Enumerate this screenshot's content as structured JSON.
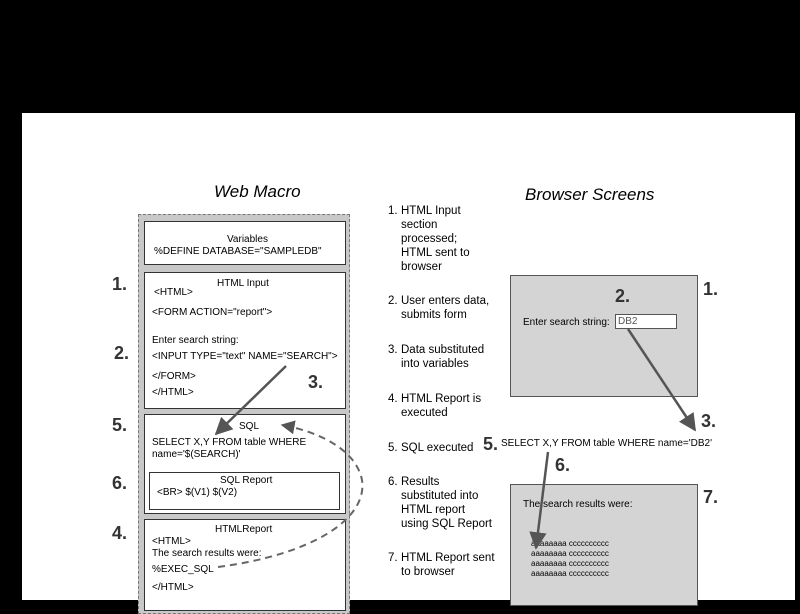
{
  "titles": {
    "web_macro": "Web Macro",
    "browser_screens": "Browser Screens"
  },
  "macro": {
    "variables": {
      "title": "Variables",
      "line1": "%DEFINE DATABASE=\"SAMPLEDB\""
    },
    "html_input": {
      "title": "HTML Input",
      "line1": "<HTML>",
      "line2": "<FORM  ACTION=\"report\">",
      "line3": "Enter search string:",
      "line4": "<INPUT TYPE=\"text\" NAME=\"SEARCH\">",
      "line5": "</FORM>",
      "line6": "</HTML>"
    },
    "sql": {
      "title": "SQL",
      "line1": "SELECT X,Y FROM table WHERE",
      "line2": "name='$(SEARCH)'"
    },
    "sql_report": {
      "title": "SQL Report",
      "line1": "<BR>  $(V1)  $(V2)"
    },
    "html_report": {
      "title": "HTMLReport",
      "line1": "<HTML>",
      "line2": "The search results were:",
      "line3": "%EXEC_SQL",
      "line4": "</HTML>"
    }
  },
  "left_numbers": [
    "1.",
    "2.",
    "3.",
    "5.",
    "6.",
    "4."
  ],
  "steps": [
    {
      "num": "1.",
      "lines": [
        "HTML Input",
        "section",
        "processed;",
        "HTML sent to",
        "browser"
      ]
    },
    {
      "num": "2.",
      "lines": [
        "User enters data,",
        "submits form"
      ]
    },
    {
      "num": "3.",
      "lines": [
        "Data substituted",
        "into variables"
      ]
    },
    {
      "num": "4.",
      "lines": [
        "HTML Report is",
        "executed"
      ]
    },
    {
      "num": "5.",
      "lines": [
        "SQL executed"
      ]
    },
    {
      "num": "6.",
      "lines": [
        "Results",
        "substituted into",
        "HTML report",
        "using SQL Report"
      ]
    },
    {
      "num": "7.",
      "lines": [
        "HTML Report sent",
        "to browser"
      ]
    }
  ],
  "browser": {
    "screen1": {
      "label": "Enter search string:",
      "input_value": "DB2",
      "num_inside": "2.",
      "num_right": "1."
    },
    "num_3": "3.",
    "num_5": "5.",
    "sql_text": "SELECT X,Y FROM table WHERE name='DB2'",
    "num_6": "6.",
    "screen2": {
      "label": "The search results were:",
      "num_right": "7.",
      "rows": [
        "aaaaaaaa  cccccccccc",
        "aaaaaaaa  cccccccccc",
        "aaaaaaaa  cccccccccc",
        "aaaaaaaa  cccccccccc"
      ]
    }
  }
}
